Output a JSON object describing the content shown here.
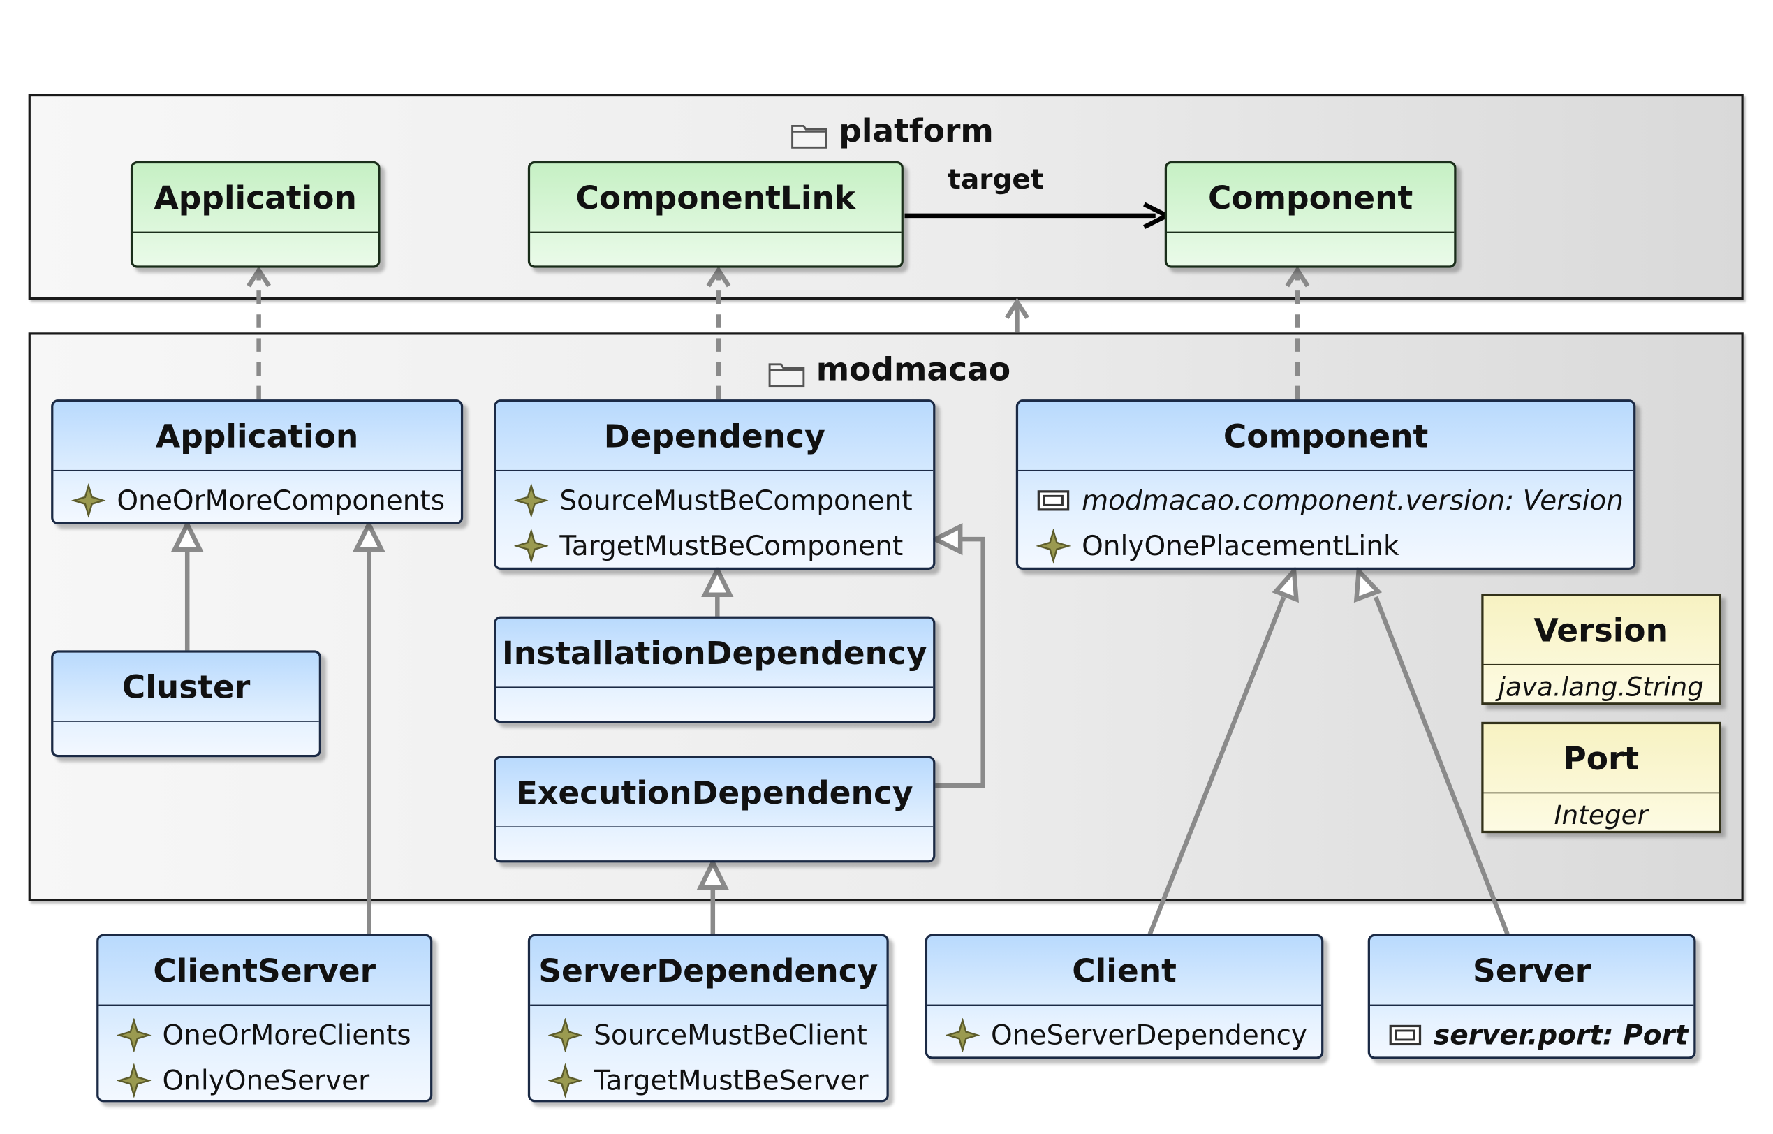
{
  "packages": {
    "platform": {
      "name": "platform"
    },
    "modmacao": {
      "name": "modmacao"
    }
  },
  "classes": {
    "platform_application": {
      "name": "Application",
      "color": "#c6f0c4"
    },
    "platform_componentlink": {
      "name": "ComponentLink",
      "color": "#c6f0c4"
    },
    "platform_component": {
      "name": "Component",
      "color": "#c6f0c4"
    },
    "application": {
      "name": "Application",
      "rows": [
        {
          "icon": "constraint-icon",
          "text": "OneOrMoreComponents"
        }
      ]
    },
    "dependency": {
      "name": "Dependency",
      "rows": [
        {
          "icon": "constraint-icon",
          "text": "SourceMustBeComponent"
        },
        {
          "icon": "constraint-icon",
          "text": "TargetMustBeComponent"
        }
      ]
    },
    "component": {
      "name": "Component",
      "rows": [
        {
          "icon": "attribute-icon",
          "text": "modmacao.component.version: Version"
        },
        {
          "icon": "constraint-icon",
          "text": "OnlyOnePlacementLink"
        }
      ]
    },
    "cluster": {
      "name": "Cluster"
    },
    "installation_dependency": {
      "name": "InstallationDependency"
    },
    "execution_dependency": {
      "name": "ExecutionDependency"
    },
    "client_server": {
      "name": "ClientServer",
      "rows": [
        {
          "icon": "constraint-icon",
          "text": "OneOrMoreClients"
        },
        {
          "icon": "constraint-icon",
          "text": "OnlyOneServer"
        }
      ]
    },
    "server_dependency": {
      "name": "ServerDependency",
      "rows": [
        {
          "icon": "constraint-icon",
          "text": "SourceMustBeClient"
        },
        {
          "icon": "constraint-icon",
          "text": "TargetMustBeServer"
        }
      ]
    },
    "client": {
      "name": "Client",
      "rows": [
        {
          "icon": "constraint-icon",
          "text": "OneServerDependency"
        }
      ]
    },
    "server": {
      "name": "Server",
      "rows": [
        {
          "icon": "attribute-icon",
          "text": "server.port: Port"
        }
      ]
    }
  },
  "datatypes": {
    "version": {
      "name": "Version",
      "type": "java.lang.String"
    },
    "port": {
      "name": "Port",
      "type": "Integer"
    }
  },
  "edges": {
    "target_label": "target"
  },
  "colors": {
    "platform_class": "#c6f0c4",
    "modmacao_class": "#b9dafd",
    "datatype": "#f7f2c2",
    "connector": "#8a8a8a"
  }
}
